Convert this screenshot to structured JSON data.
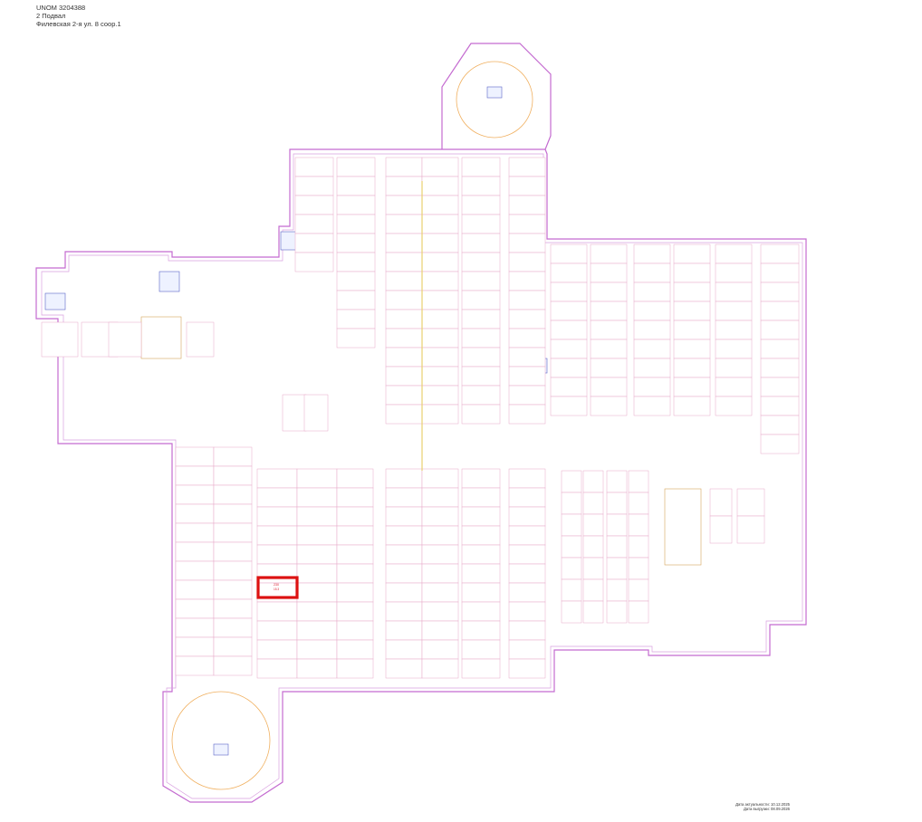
{
  "header": {
    "unom": "UNOM 3204388",
    "floor": "2 Подвал",
    "address": "Филевская 2-я ул. 8 соор.1"
  },
  "footer": {
    "line1": "Дата актуальности: 10.12.2025",
    "line2": "Дата выгрузки: 08.09.2026"
  },
  "plan": {
    "highlight_label": "230",
    "highlight_area": "15.3",
    "colors": {
      "wall": "#c46bd0",
      "cell": "#e7a8c8",
      "label": "#dd2233",
      "highlight": "#dd1111",
      "ramp": "#f0b060"
    }
  }
}
